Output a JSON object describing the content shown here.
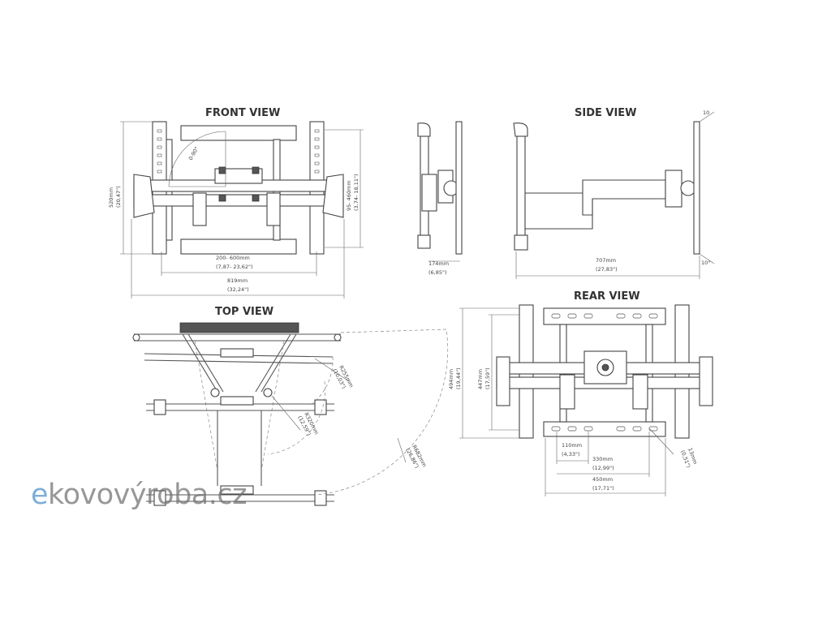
{
  "views": {
    "front": {
      "title": "FRONT VIEW",
      "angle": "0-90°"
    },
    "side": {
      "title": "SIDE VIEW"
    },
    "top": {
      "title": "TOP VIEW"
    },
    "rear": {
      "title": "REAR VIEW"
    }
  },
  "dimensions": {
    "front_height_mm": "520mm",
    "front_height_in": "(20,47\")",
    "front_vesa_v_mm": "95- 460mm",
    "front_vesa_v_in": "(3,74- 18,11\")",
    "front_vesa_h_mm": "200- 600mm",
    "front_vesa_h_in": "(7,87- 23,62\")",
    "front_width_mm": "819mm",
    "front_width_in": "(32,24\")",
    "side_depth_min_mm": "174mm",
    "side_depth_min_in": "(6,85\")",
    "side_depth_max_mm": "707mm",
    "side_depth_max_in": "(27,83\")",
    "side_tilt_up": "10",
    "side_tilt_down": "10°",
    "rear_height_mm": "494mm",
    "rear_height_in": "(19,44\")",
    "rear_holes_v_mm": "447mm",
    "rear_holes_v_in": "(17,59\")",
    "rear_110_mm": "110mm",
    "rear_110_in": "(4,33\")",
    "rear_330_mm": "330mm",
    "rear_330_in": "(12,99\")",
    "rear_450_mm": "450mm",
    "rear_450_in": "(17,71\")",
    "rear_13_mm": "13mm",
    "rear_13_in": "(0,51\")",
    "top_r1": "R255mm",
    "top_r1_in": "(10,03\")",
    "top_r2": "R320mm",
    "top_r2_in": "(12,59\")",
    "top_r3": "R682mm",
    "top_r3_in": "(26,86\")"
  },
  "watermark": {
    "accent": "e",
    "text": "kovovýroba.cz",
    "accent_color": "#4a90c8",
    "text_color": "#707070"
  }
}
